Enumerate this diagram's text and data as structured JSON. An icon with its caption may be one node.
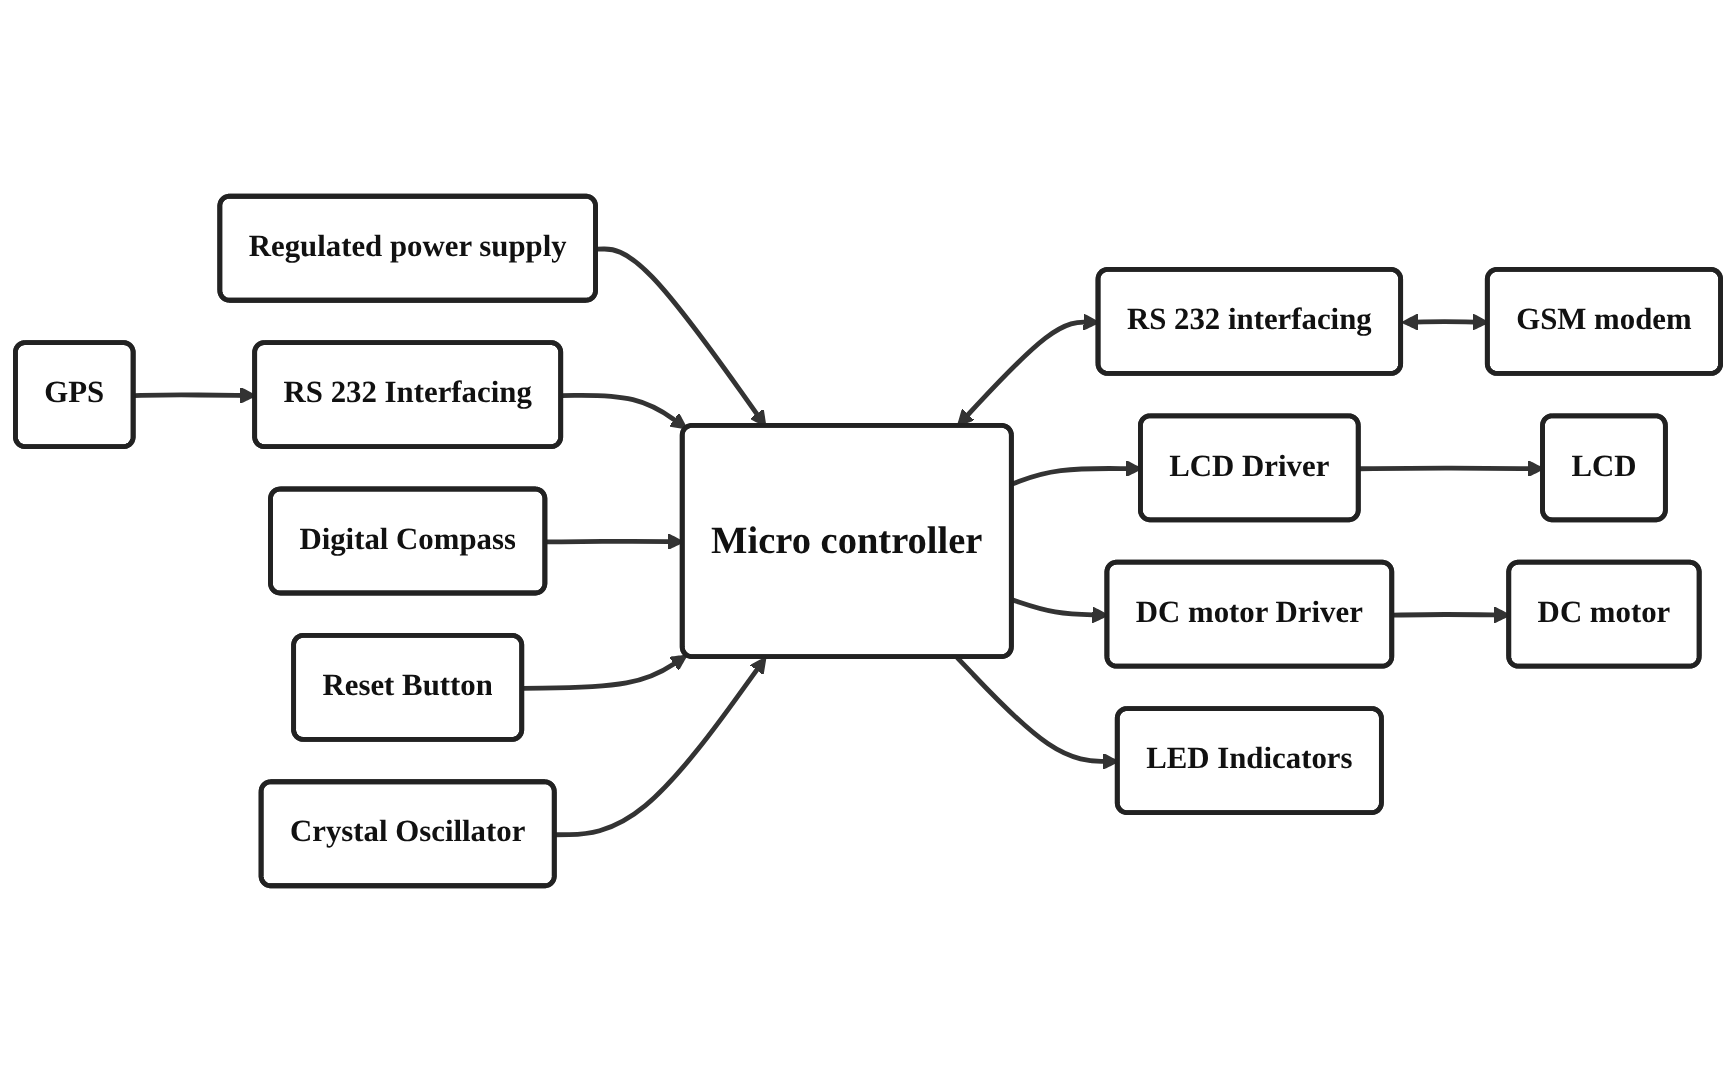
{
  "diagram": {
    "nodes": [
      {
        "text": [
          "Regulated power supply"
        ]
      },
      {
        "text": [
          "GPS"
        ]
      },
      {
        "text": [
          "RS 232 Interfacing"
        ]
      },
      {
        "text": [
          "Micro controller"
        ]
      },
      {
        "text": [
          "RS 232 interfacing"
        ]
      },
      {
        "text": [
          "GSM modem"
        ]
      },
      {
        "text": [
          "Digital Compass"
        ]
      },
      {
        "text": [
          "Reset Button"
        ]
      },
      {
        "text": [
          "Crystal Oscillator"
        ]
      },
      {
        "text": [
          "LCD Driver"
        ]
      },
      {
        "text": [
          "LCD"
        ]
      },
      {
        "text": [
          "DC motor Driver"
        ]
      },
      {
        "text": [
          "DC motor"
        ]
      },
      {
        "text": [
          "LED Indicators"
        ]
      }
    ],
    "edges": [
      {
        "from": 0,
        "to": 3,
        "arrow": "to"
      },
      {
        "from": 1,
        "to": 2,
        "arrow": "to"
      },
      {
        "from": 2,
        "to": 3,
        "arrow": "to"
      },
      {
        "from": 3,
        "to": 4,
        "arrow": "both"
      },
      {
        "from": 4,
        "to": 5,
        "arrow": "both"
      },
      {
        "from": 6,
        "to": 3,
        "arrow": "to"
      },
      {
        "from": 7,
        "to": 3,
        "arrow": "to"
      },
      {
        "from": 8,
        "to": 3,
        "arrow": "to"
      },
      {
        "from": 3,
        "to": 9,
        "arrow": "to"
      },
      {
        "from": 9,
        "to": 10,
        "arrow": "to"
      },
      {
        "from": 3,
        "to": 11,
        "arrow": "to"
      },
      {
        "from": 11,
        "to": 12,
        "arrow": "to"
      },
      {
        "from": 3,
        "to": 13,
        "arrow": "to"
      }
    ]
  }
}
